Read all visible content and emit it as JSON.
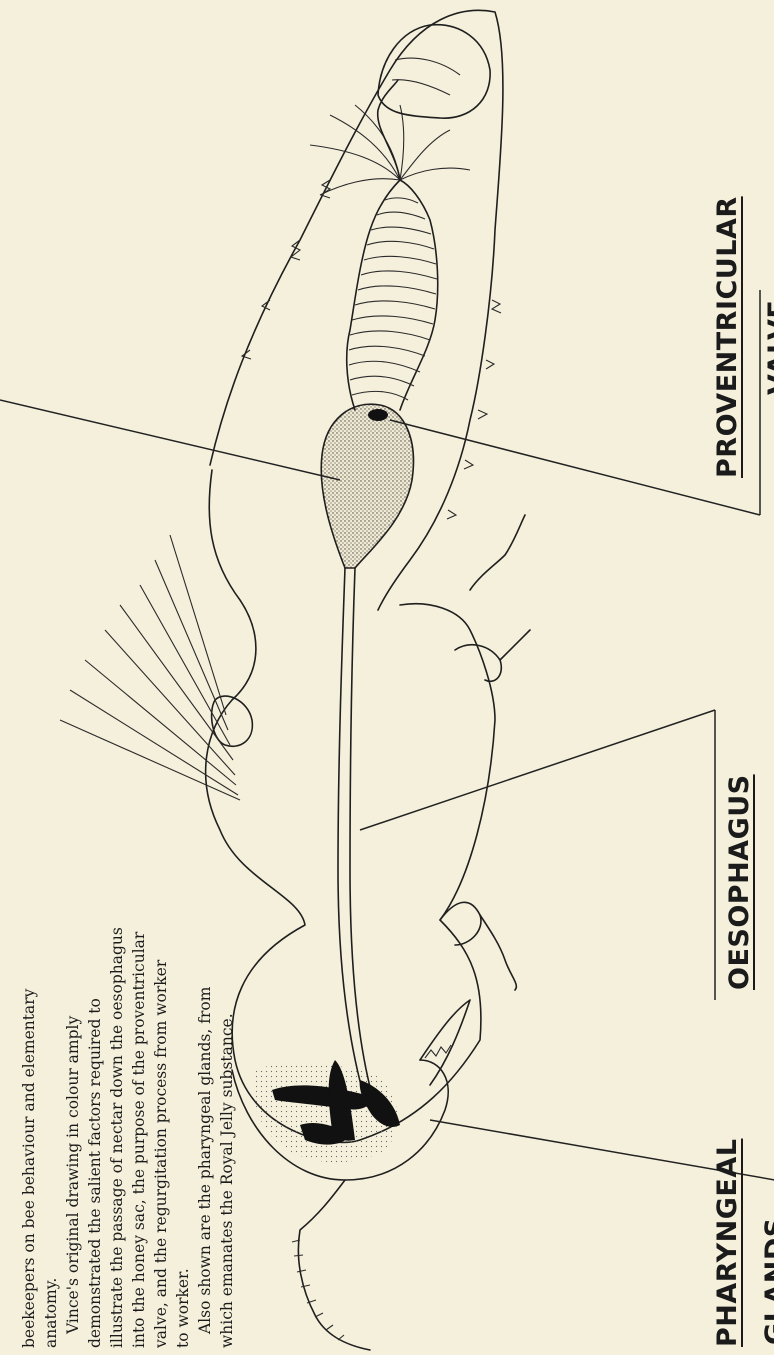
{
  "caption": {
    "lines": [
      "beekeepers on bee behaviour and elementary",
      "anatomy.",
      "Vince's original drawing in colour amply",
      "demonstrated the salient factors required to",
      "illustrate the passage of nectar down the oesophagus",
      "into the honey sac, the purpose of the proventricular",
      "valve, and the regurgitation process from worker",
      "to worker.",
      "Also shown are the pharyngeal glands, from",
      "which emanates the Royal Jelly substance."
    ]
  },
  "labels": {
    "pharyngeal_line1": "PHARYNGEAL",
    "pharyngeal_line2": "GLANDS",
    "oesophagus": "OESOPHAGUS",
    "proventricular_line1": "PROVENTRICULAR",
    "proventricular_line2": "VALVE"
  },
  "colors": {
    "paper": "#f5f0dc",
    "ink": "#1f1f1f"
  }
}
